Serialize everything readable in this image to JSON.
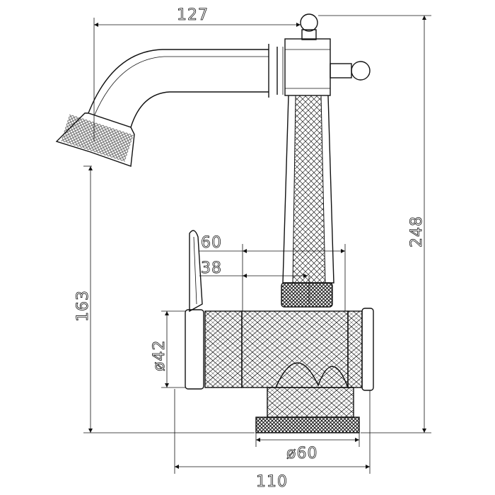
{
  "drawing": {
    "subject": "faucet",
    "dimensions": {
      "overall_width": "127",
      "overall_height": "248",
      "spout_height": "163",
      "top_diameter": "60",
      "column_offset": "38",
      "body_diameter": "ø42",
      "base_diameter": "ø60",
      "base_width": "110"
    }
  }
}
